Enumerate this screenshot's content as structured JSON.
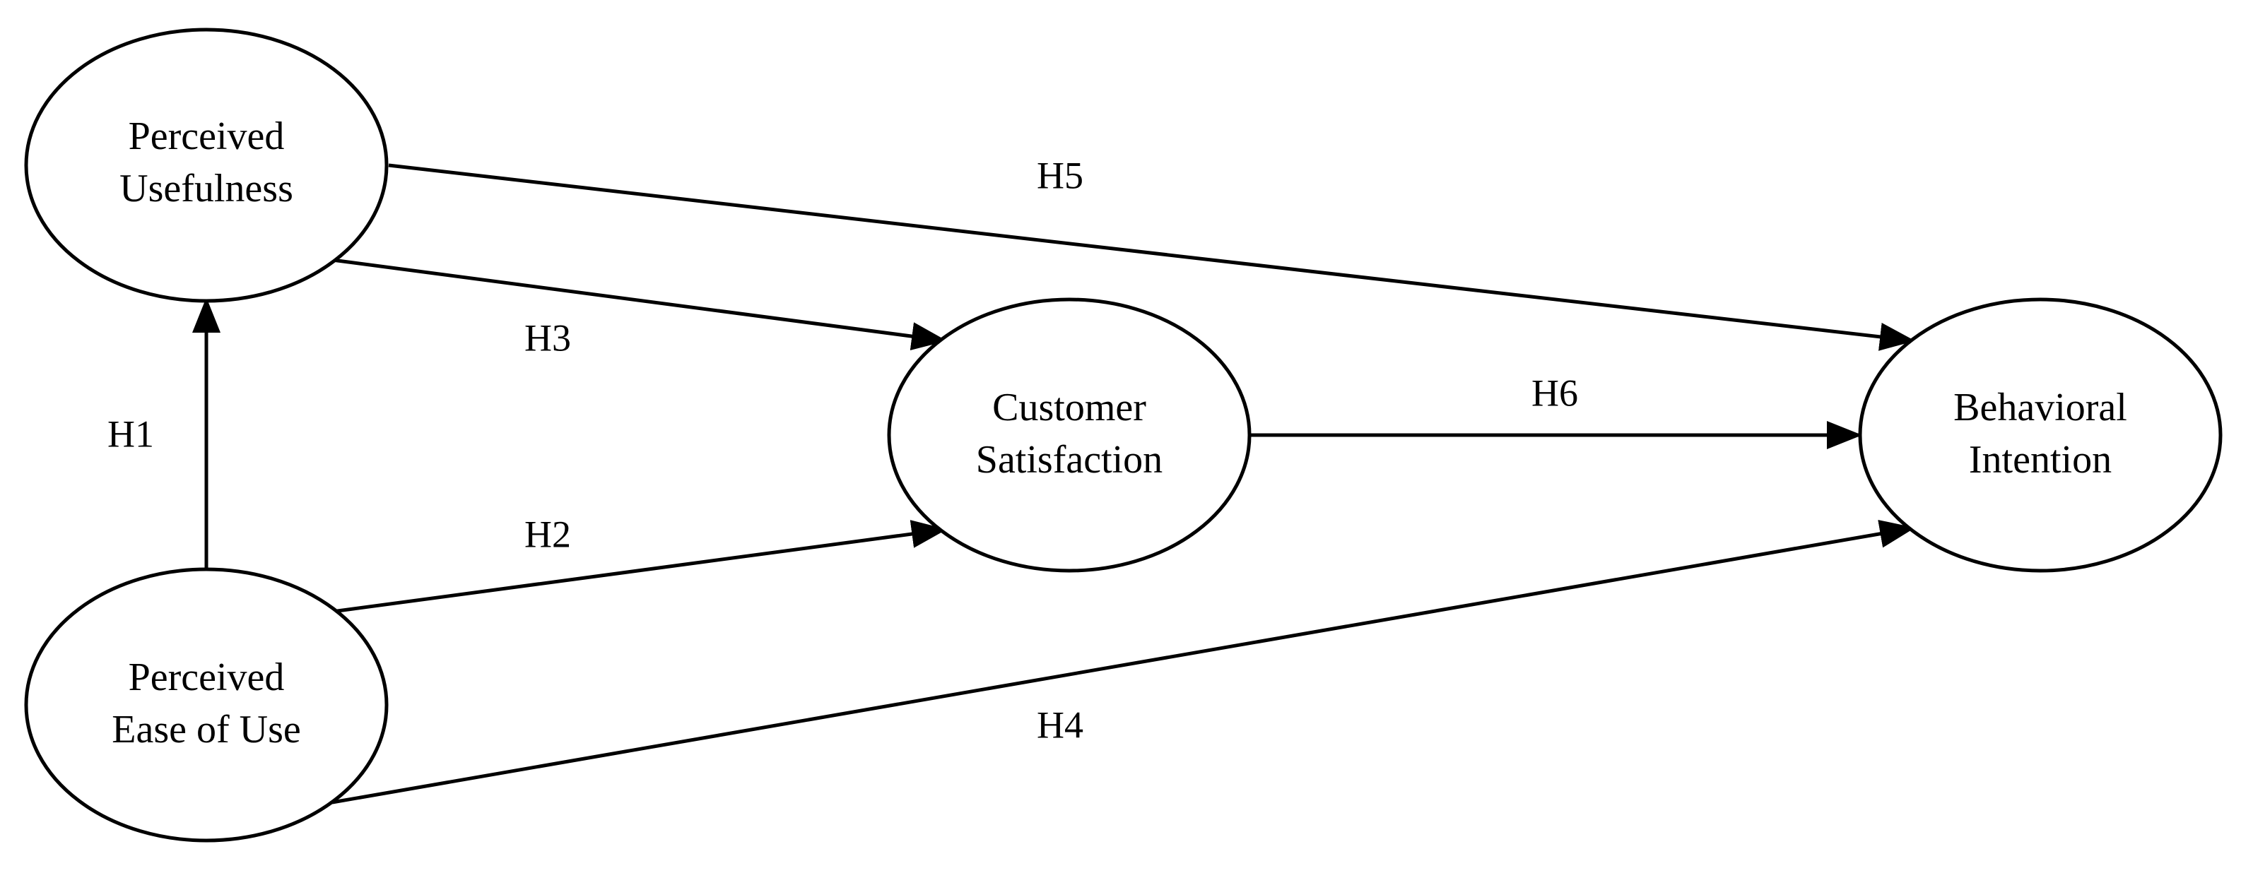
{
  "nodes": {
    "pu": {
      "line1": "Perceived",
      "line2": "Usefulness"
    },
    "peou": {
      "line1": "Perceived",
      "line2": "Ease of Use"
    },
    "cs": {
      "line1": "Customer",
      "line2": "Satisfaction"
    },
    "bi": {
      "line1": "Behavioral",
      "line2": "Intention"
    }
  },
  "edges": {
    "h1": {
      "label": "H1",
      "from": "Perceived Ease of Use",
      "to": "Perceived Usefulness"
    },
    "h2": {
      "label": "H2",
      "from": "Perceived Ease of Use",
      "to": "Customer Satisfaction"
    },
    "h3": {
      "label": "H3",
      "from": "Perceived Usefulness",
      "to": "Customer Satisfaction"
    },
    "h4": {
      "label": "H4",
      "from": "Perceived Ease of Use",
      "to": "Behavioral Intention"
    },
    "h5": {
      "label": "H5",
      "from": "Perceived Usefulness",
      "to": "Behavioral Intention"
    },
    "h6": {
      "label": "H6",
      "from": "Customer Satisfaction",
      "to": "Behavioral Intention"
    }
  },
  "colors": {
    "stroke": "#000000",
    "background": "#ffffff"
  }
}
